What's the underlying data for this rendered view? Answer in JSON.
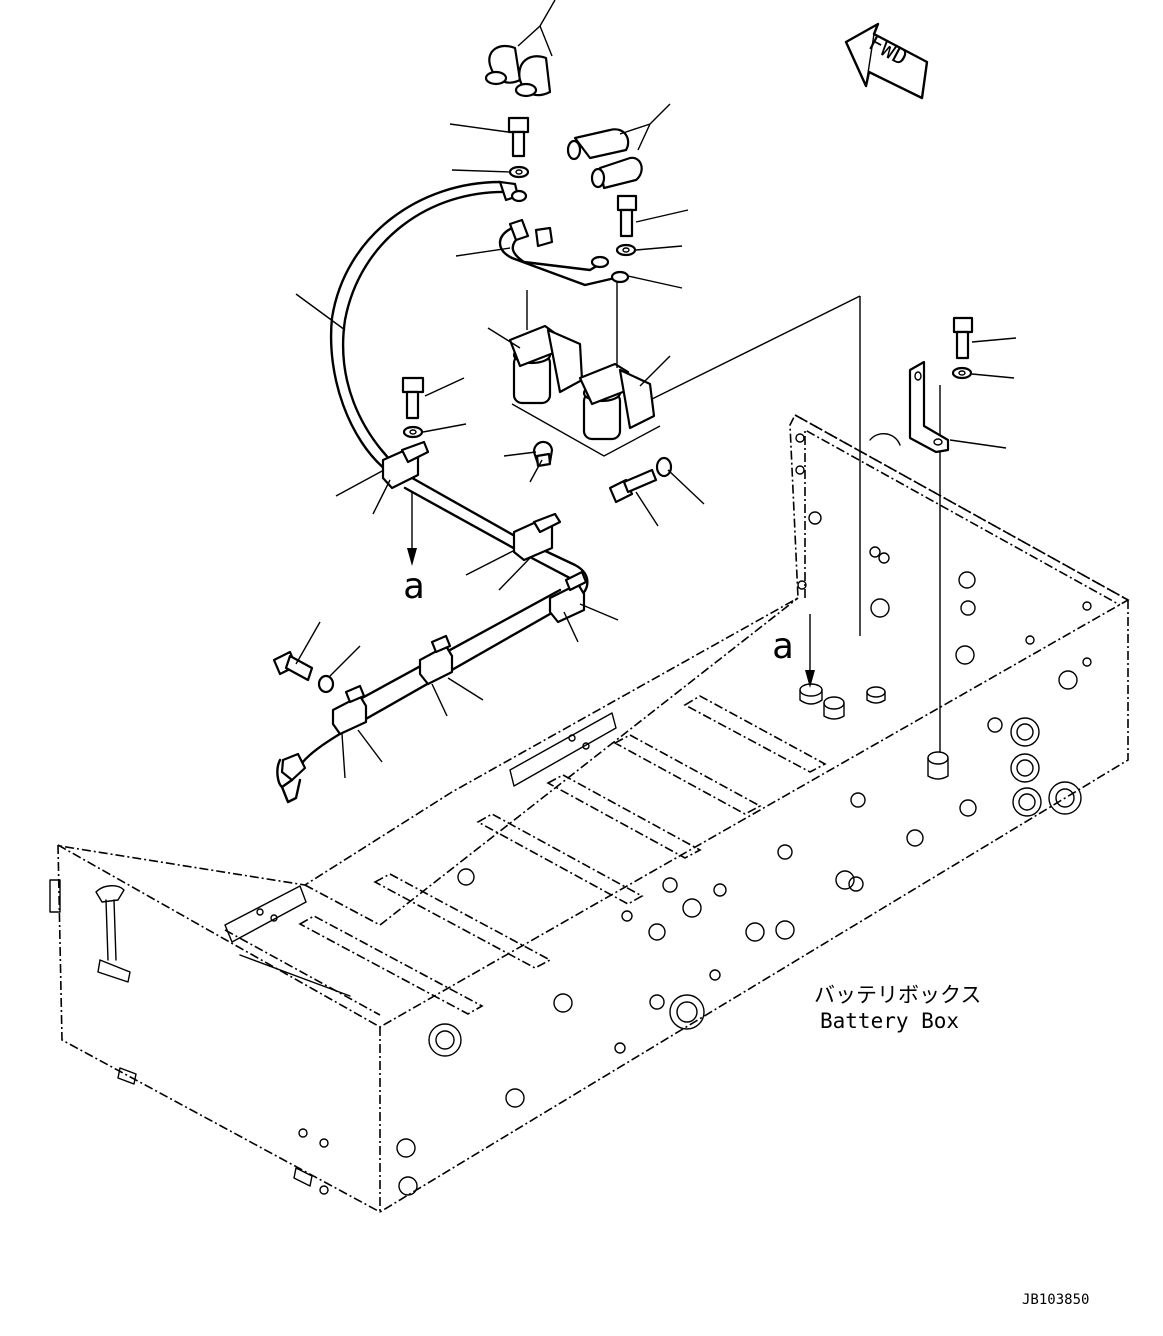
{
  "fwd_label": "FWD",
  "view_marker": "a",
  "box_label_jp": "バッテリボックス",
  "box_label_en": "Battery Box",
  "drawing_number": "JB103850"
}
